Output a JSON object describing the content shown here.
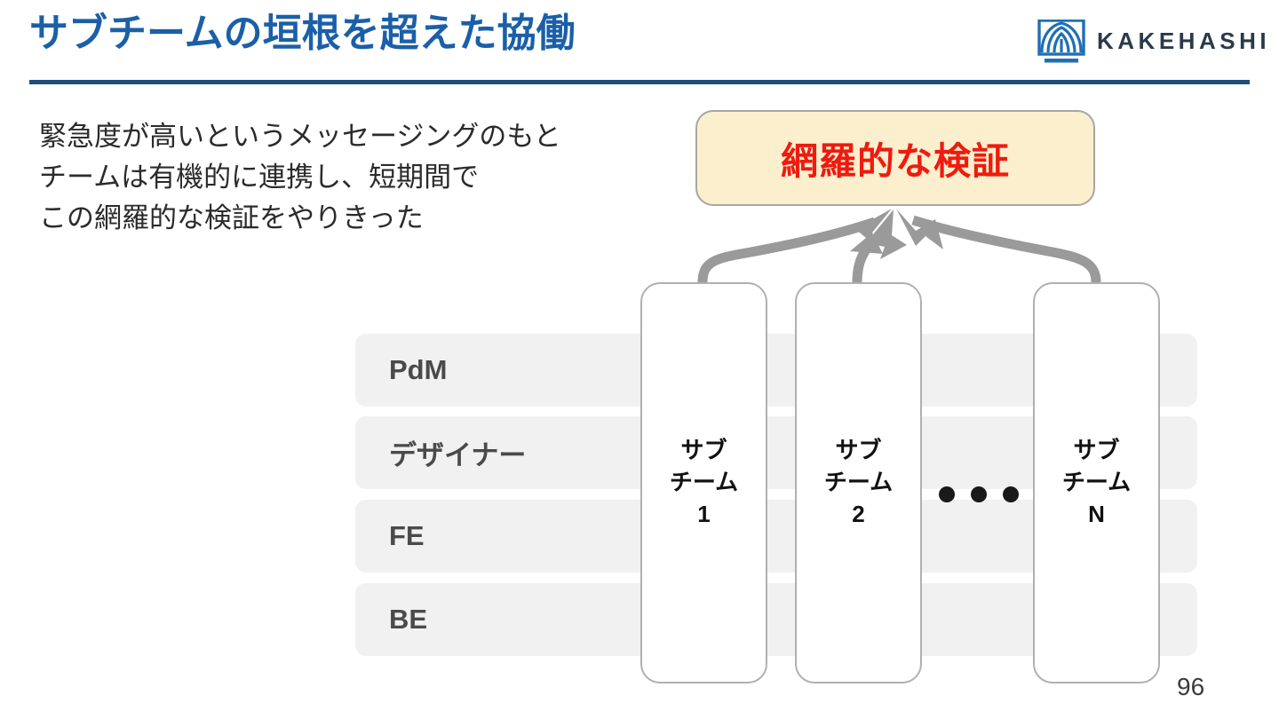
{
  "slide": {
    "title": "サブチームの垣根を超えた協働",
    "page_number": "96",
    "title_color": "#1B5FA8",
    "rule_color": "#1F4E79"
  },
  "logo": {
    "wordmark": "KAKEHASHI",
    "mark_name": "kakehashi-bridge-icon",
    "mark_color": "#1F6FB5",
    "word_color": "#2B3A4A"
  },
  "lead": {
    "line1": "緊急度が高いというメッセージングのもと",
    "line2": "チームは有機的に連携し、短期間で",
    "line3": "この網羅的な検証をやりきった"
  },
  "callout": {
    "text": "網羅的な検証",
    "text_color": "#EE1B11",
    "fill_color": "#FCEFCD",
    "border_color": "#A6A6A6"
  },
  "roles": [
    {
      "label": "PdM"
    },
    {
      "label": "デザイナー"
    },
    {
      "label": "FE"
    },
    {
      "label": "BE"
    }
  ],
  "row_fill_color": "#F1F1F1",
  "subteams": [
    {
      "line1": "サブ",
      "line2": "チーム",
      "line3": "1"
    },
    {
      "line1": "サブ",
      "line2": "チーム",
      "line3": "2"
    },
    {
      "line1": "サブ",
      "line2": "チーム",
      "line3": "N"
    }
  ],
  "ellipsis": {
    "dot_count": 3,
    "color": "#1A1A1A"
  },
  "arrows": {
    "color": "#9A9A9A",
    "count": 3,
    "description": "three curved arrows from subteams up into callout"
  }
}
